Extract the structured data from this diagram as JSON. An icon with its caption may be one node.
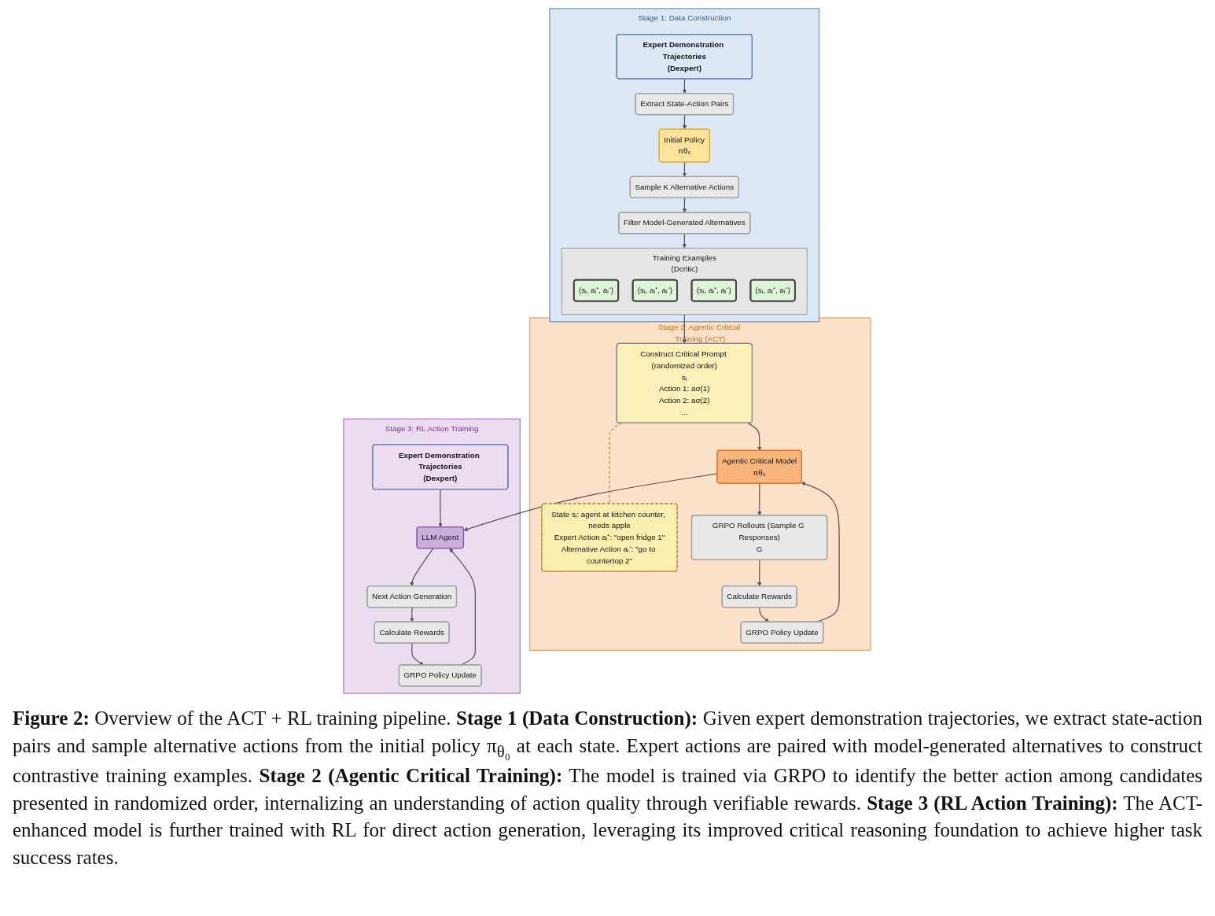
{
  "diagram": {
    "nodes": [
      {
        "text": [
          "Stage 1: Data Construction"
        ]
      },
      {
        "text": [
          "Expert Demonstration Trajectories",
          "(Dexpert)"
        ],
        "in": 0
      },
      {
        "text": [
          "Extract State-Action Pairs"
        ],
        "in": 0
      },
      {
        "text": [
          "Initial Policy",
          "πθ₀"
        ],
        "in": 0
      },
      {
        "text": [
          "Sample K Alternative Actions"
        ],
        "in": 0
      },
      {
        "text": [
          "Filter Model-Generated Alternatives"
        ],
        "in": 0
      },
      {
        "text": [
          "Training Examples",
          "(Dcritic)"
        ],
        "in": 0
      },
      {
        "text": [
          "(sᵢ, aᵢ⁺, aᵢ⁻)"
        ],
        "in": 6
      },
      {
        "text": [
          "(sᵢ, aᵢ⁺, aᵢ⁻)"
        ],
        "in": 6
      },
      {
        "text": [
          "(sᵢ, aᵢ⁺, aᵢ⁻)"
        ],
        "in": 6
      },
      {
        "text": [
          "(sᵢ, aᵢ⁺, aᵢ⁻)"
        ],
        "in": 6
      },
      {
        "text": [
          "Stage 2: Agentic Critical Training (ACT)"
        ]
      },
      {
        "text": [
          "Construct Critical Prompt (randomized order)",
          "sᵢ",
          "Action 1: aσ(1)",
          "Action 2: aσ(2)",
          "..."
        ],
        "in": 11
      },
      {
        "text": [
          "State sᵢ: agent at kitchen counter, needs apple",
          "Expert Action aᵢ⁺: \"open fridge 1\"",
          "Alternative Action aᵢ⁻: \"go to countertop 2\""
        ],
        "in": 11
      },
      {
        "text": [
          "Agentic Critical Model",
          "πθ₀"
        ],
        "in": 11
      },
      {
        "text": [
          "GRPO Rollouts (Sample G Responses)",
          "G"
        ],
        "in": 11
      },
      {
        "text": [
          "Calculate Rewards"
        ],
        "in": 11
      },
      {
        "text": [
          "GRPO Policy Update"
        ],
        "in": 11
      },
      {
        "text": [
          "Stage 3: RL Action Training"
        ]
      },
      {
        "text": [
          "Expert Demonstration Trajectories",
          "(Dexpert)"
        ],
        "in": 18
      },
      {
        "text": [
          "LLM Agent"
        ],
        "in": 18
      },
      {
        "text": [
          "Next Action Generation"
        ],
        "in": 18
      },
      {
        "text": [
          "Calculate Rewards"
        ],
        "in": 18
      },
      {
        "text": [
          "GRPO Policy Update"
        ],
        "in": 18
      }
    ],
    "edges": [
      {
        "from": 1,
        "to": 2,
        "arrow": "to"
      },
      {
        "from": 2,
        "to": 3,
        "arrow": "to"
      },
      {
        "from": 3,
        "to": 4,
        "arrow": "to"
      },
      {
        "from": 4,
        "to": 5,
        "arrow": "to"
      },
      {
        "from": 5,
        "to": 6,
        "arrow": "to"
      },
      {
        "from": 6,
        "to": 12,
        "arrow": "to"
      },
      {
        "from": 12,
        "to": 13,
        "arrow": "none",
        "style": "dashed",
        "color": "#b08a3c"
      },
      {
        "from": 12,
        "to": 14,
        "arrow": "to"
      },
      {
        "from": 14,
        "to": 15,
        "arrow": "to"
      },
      {
        "from": 15,
        "to": 16,
        "arrow": "to"
      },
      {
        "from": 16,
        "to": 17,
        "arrow": "to"
      },
      {
        "from": 17,
        "to": 14,
        "arrow": "to"
      },
      {
        "from": 14,
        "to": 20,
        "arrow": "to"
      },
      {
        "from": 19,
        "to": 20,
        "arrow": "to"
      },
      {
        "from": 20,
        "to": 21,
        "arrow": "to"
      },
      {
        "from": 21,
        "to": 22,
        "arrow": "to"
      },
      {
        "from": 22,
        "to": 23,
        "arrow": "to"
      },
      {
        "from": 23,
        "to": 20,
        "arrow": "to"
      }
    ],
    "caption": "**Figure 2:** Overview of the ACT + RL training pipeline. **Stage 1 (Data Construction):** Given expert demonstration trajectories, we extract state-action pairs and sample alternative actions from the initial policy π$_{θ₀}$ at each state. Expert actions are paired with model-generated alternatives to construct contrastive training examples. **Stage 2 (Agentic Critical Training):** The model is trained via GRPO to identify the better action among candidates presented in randomized order, internalizing an understanding of action quality through verifiable rewards. **Stage 3 (RL Action Training):** The ACT-enhanced model is further trained with RL for direct action generation, leveraging its improved critical reasoning foundation to achieve higher task success rates."
  }
}
